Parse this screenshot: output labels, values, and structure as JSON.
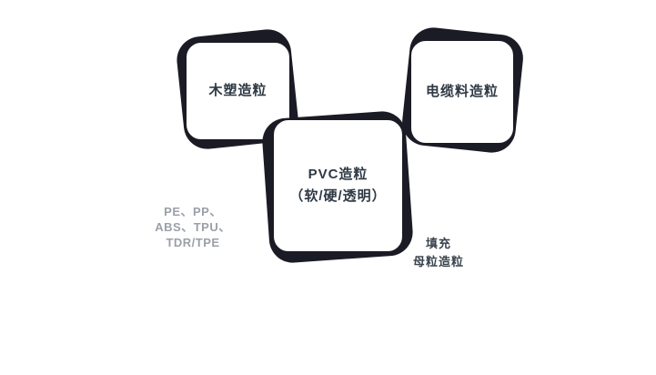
{
  "page": {
    "background": "#ffffff"
  },
  "colors": {
    "sketch_border": "#1b1b25",
    "box_fill": "#ffffff",
    "box_text": "#2e3944",
    "muted_text": "#9ba0a8",
    "filler_text": "#39424c"
  },
  "boxes": {
    "wood": {
      "label": "木塑造粒"
    },
    "cable": {
      "label": "电缆料造粒"
    },
    "pvc": {
      "line1": "PVC造粒",
      "line2": "（软/硬/透明）"
    }
  },
  "labels": {
    "materials": {
      "line1": "PE、PP、",
      "line2": "ABS、TPU、",
      "line3": "TDR/TPE"
    },
    "filler": {
      "line1": "填充",
      "line2": "母粒造粒"
    }
  }
}
